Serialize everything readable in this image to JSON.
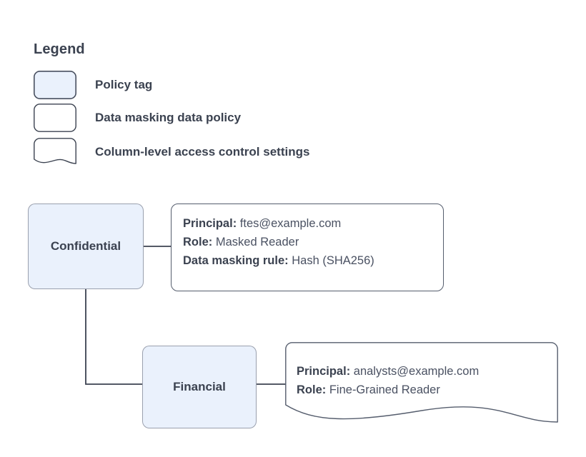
{
  "legend": {
    "title": "Legend",
    "items": [
      {
        "shape": "rounded-rect",
        "fill": "#eaf1fc",
        "label": "Policy tag"
      },
      {
        "shape": "rounded-rect",
        "fill": "#ffffff",
        "label": "Data masking data policy"
      },
      {
        "shape": "wavy-document",
        "fill": "#ffffff",
        "label": "Column-level access control settings"
      }
    ]
  },
  "colors": {
    "policy_tag_fill": "#eaf1fc",
    "node_stroke": "#495060",
    "box_stroke": "#555d6d",
    "heading_text": "#3b4250",
    "body_text": "#4a5162",
    "connector": "#3b4250",
    "canvas_background": "#ffffff"
  },
  "nodes": [
    {
      "id": "confidential",
      "label": "Confidential",
      "type": "policy-tag"
    },
    {
      "id": "financial",
      "label": "Financial",
      "type": "policy-tag"
    }
  ],
  "boxes": {
    "confidential_policy": {
      "type": "data-masking-data-policy",
      "lines": [
        {
          "key": "Principal:",
          "value": "ftes@example.com"
        },
        {
          "key": "Role:",
          "value": "Masked Reader"
        },
        {
          "key": "Data masking rule:",
          "value": "Hash (SHA256)"
        }
      ]
    },
    "financial_policy": {
      "type": "column-level-access-control-settings",
      "lines": [
        {
          "key": "Principal:",
          "value": "analysts@example.com"
        },
        {
          "key": "Role:",
          "value": "Fine-Grained Reader"
        }
      ]
    }
  },
  "connectors": [
    {
      "from": "confidential",
      "to": "confidential_policy",
      "style": "straight"
    },
    {
      "from": "confidential",
      "to": "financial",
      "style": "elbow"
    },
    {
      "from": "financial",
      "to": "financial_policy",
      "style": "straight"
    }
  ]
}
